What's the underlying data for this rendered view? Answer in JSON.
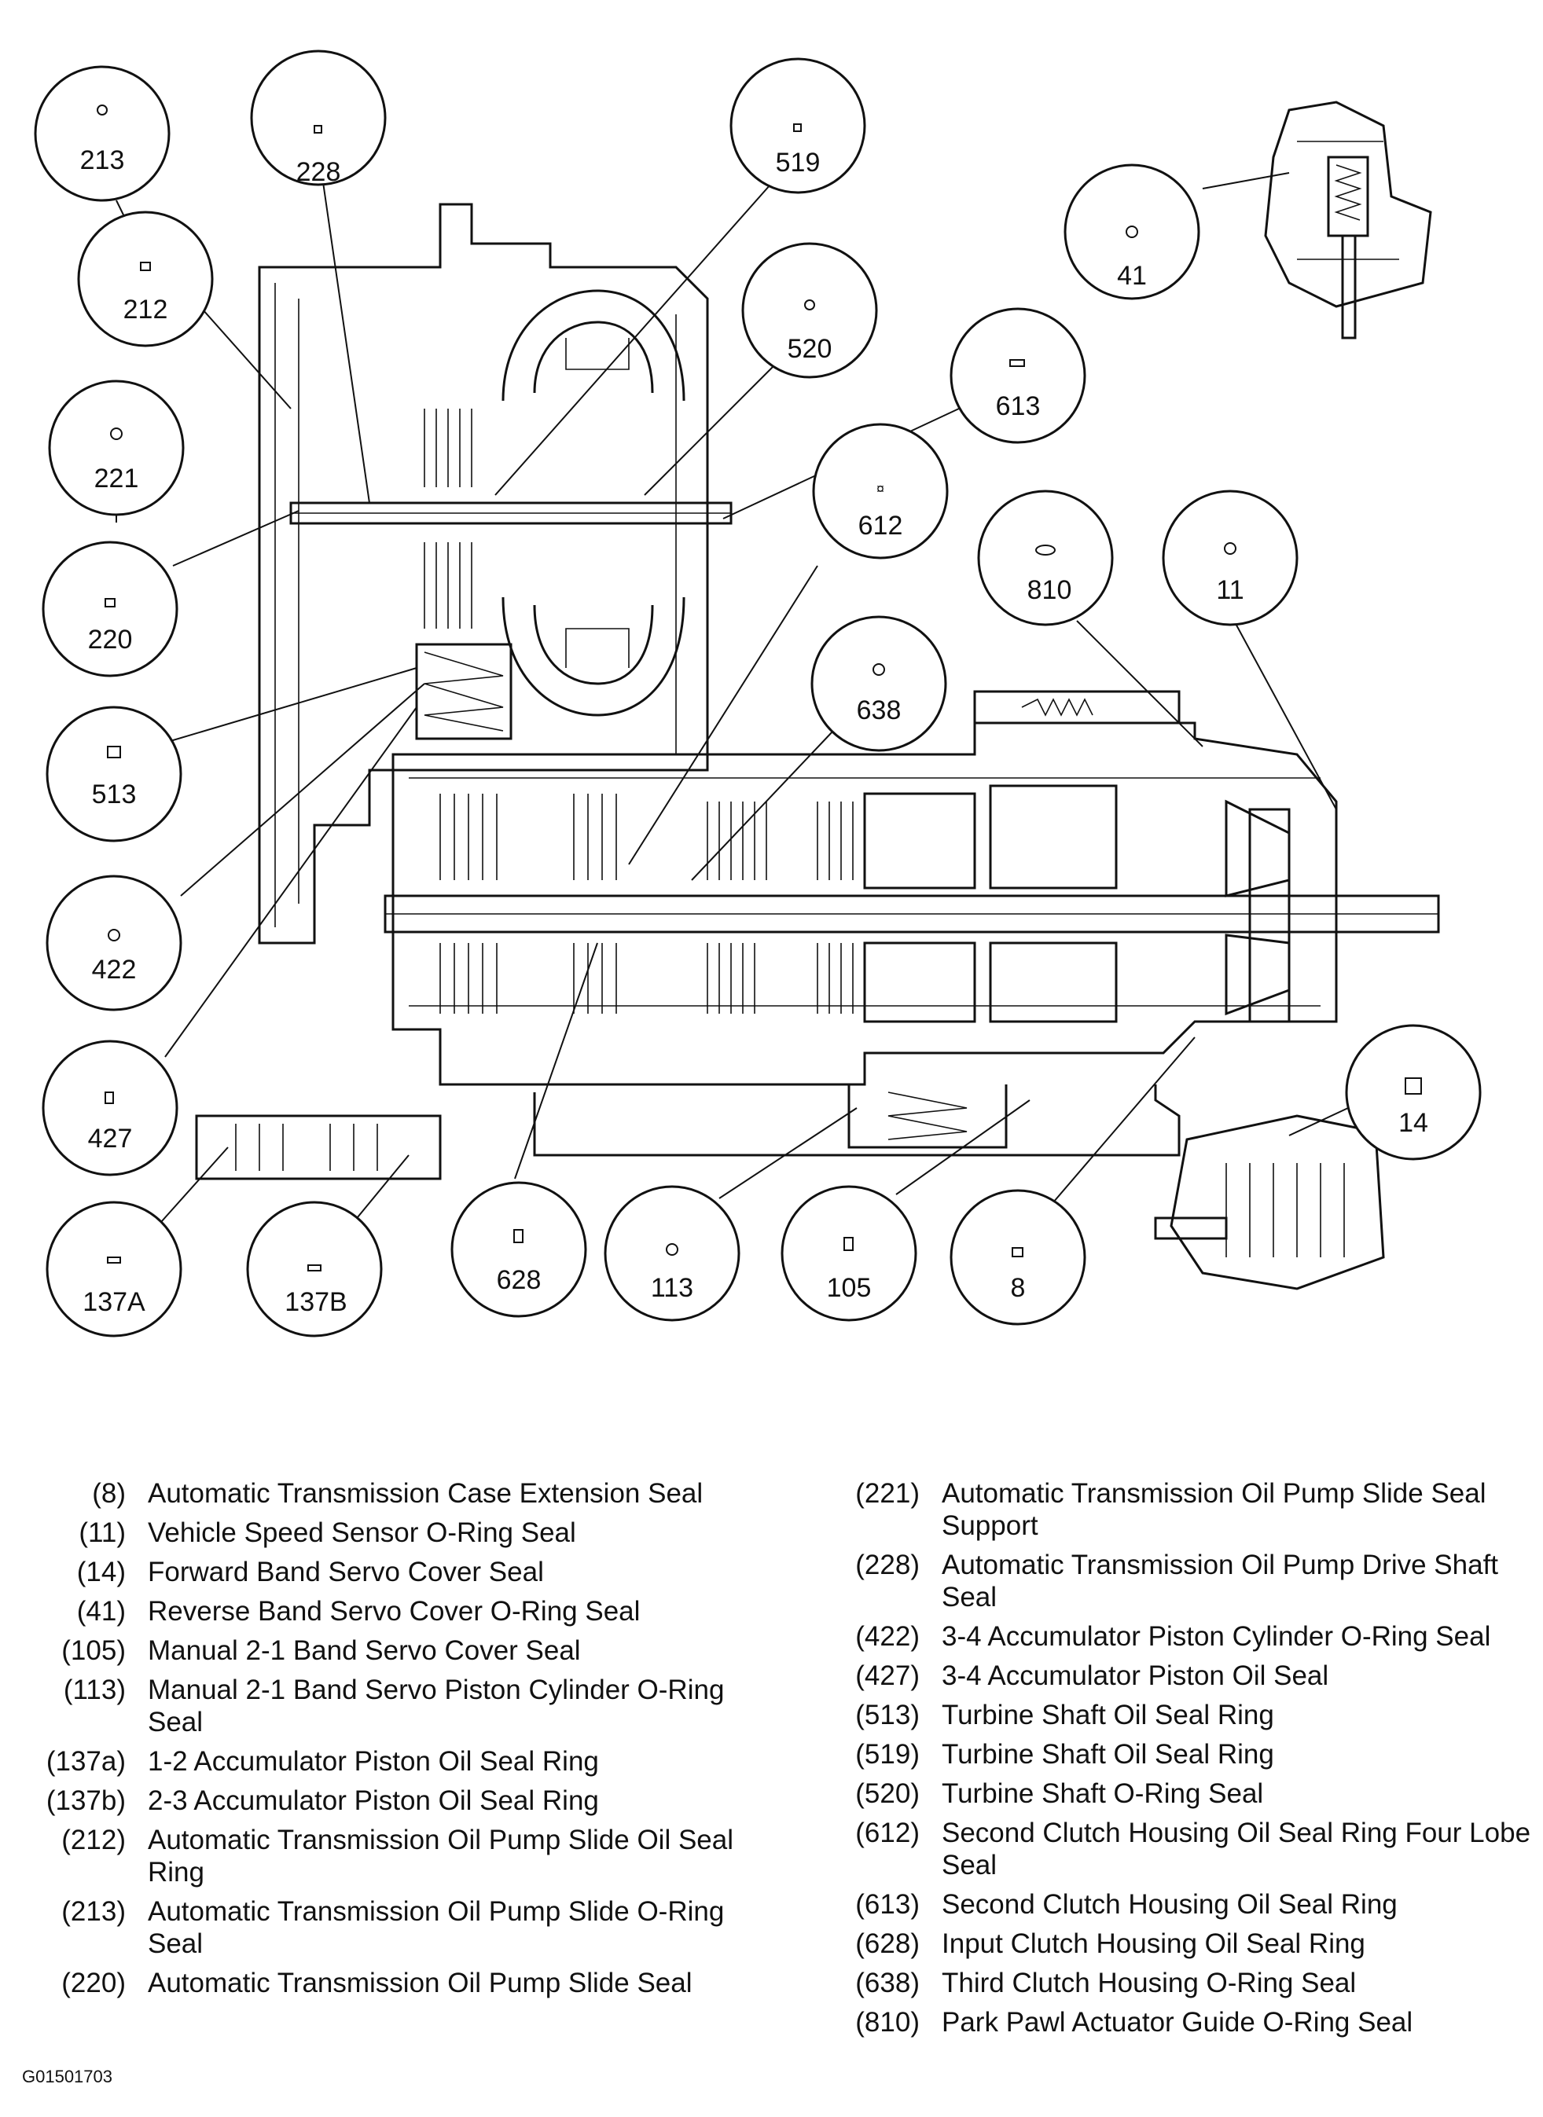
{
  "callouts": [
    "213",
    "228",
    "519",
    "212",
    "520",
    "41",
    "613",
    "221",
    "612",
    "810",
    "11",
    "220",
    "638",
    "513",
    "422",
    "427",
    "14",
    "137A",
    "137B",
    "628",
    "113",
    "105",
    "8"
  ],
  "legend_left": [
    {
      "code": "(8)",
      "text": "Automatic Transmission Case Extension Seal"
    },
    {
      "code": "(11)",
      "text": "Vehicle Speed Sensor O-Ring Seal"
    },
    {
      "code": "(14)",
      "text": "Forward Band Servo Cover Seal"
    },
    {
      "code": "(41)",
      "text": "Reverse Band Servo Cover O-Ring Seal"
    },
    {
      "code": "(105)",
      "text": "Manual 2-1 Band Servo Cover Seal"
    },
    {
      "code": "(113)",
      "text": "Manual 2-1 Band Servo Piston Cylinder O-Ring Seal"
    },
    {
      "code": "(137a)",
      "text": "1-2 Accumulator Piston Oil Seal Ring"
    },
    {
      "code": "(137b)",
      "text": "2-3 Accumulator Piston Oil Seal Ring"
    },
    {
      "code": "(212)",
      "text": "Automatic Transmission Oil Pump Slide Oil Seal Ring"
    },
    {
      "code": "(213)",
      "text": "Automatic Transmission Oil Pump Slide O-Ring Seal"
    },
    {
      "code": "(220)",
      "text": "Automatic Transmission Oil Pump Slide Seal"
    }
  ],
  "legend_right": [
    {
      "code": "(221)",
      "text": "Automatic Transmission Oil Pump Slide Seal Support"
    },
    {
      "code": "(228)",
      "text": "Automatic Transmission Oil Pump Drive Shaft Seal"
    },
    {
      "code": "(422)",
      "text": "3-4 Accumulator Piston Cylinder O-Ring Seal"
    },
    {
      "code": "(427)",
      "text": "3-4 Accumulator Piston Oil Seal"
    },
    {
      "code": "(513)",
      "text": "Turbine Shaft Oil Seal Ring"
    },
    {
      "code": "(519)",
      "text": "Turbine Shaft Oil Seal Ring"
    },
    {
      "code": "(520)",
      "text": "Turbine Shaft O-Ring Seal"
    },
    {
      "code": "(612)",
      "text": "Second Clutch Housing Oil Seal Ring Four Lobe Seal"
    },
    {
      "code": "(613)",
      "text": "Second Clutch Housing Oil Seal Ring"
    },
    {
      "code": "(628)",
      "text": "Input Clutch Housing Oil Seal Ring"
    },
    {
      "code": "(638)",
      "text": "Third Clutch Housing O-Ring Seal"
    },
    {
      "code": "(810)",
      "text": "Park Pawl Actuator Guide O-Ring Seal"
    }
  ],
  "figure_id": "G01501703"
}
